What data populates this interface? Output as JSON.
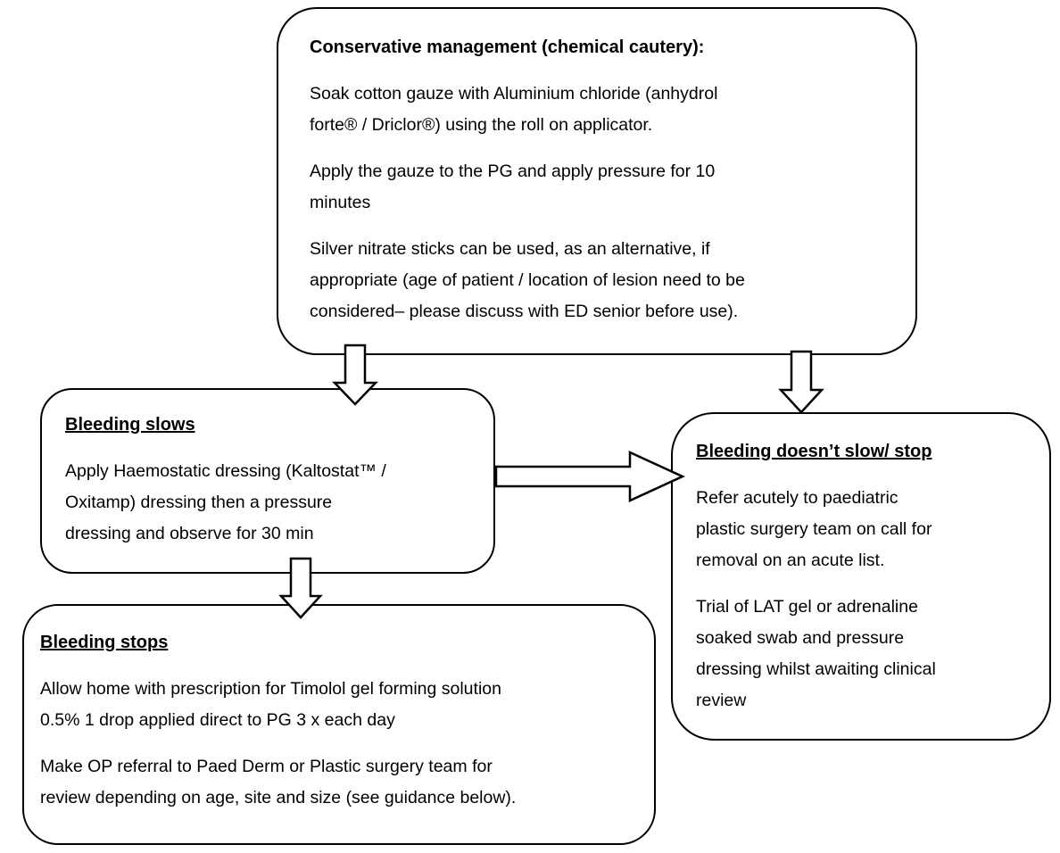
{
  "page": {
    "background_color": "#ffffff",
    "line_color": "#000000",
    "description": "Pyogenic granuloma bleeding management flowchart"
  },
  "nodes": {
    "conservative": {
      "title": "Conservative management (chemical cautery):",
      "paragraphs": [
        "Soak cotton gauze with Aluminium chloride (anhydrol\nforte® / Driclor®) using the roll on applicator.",
        "Apply the gauze to the PG and apply pressure for 10\nminutes",
        "Silver nitrate sticks can be used, as an alternative, if\nappropriate (age of patient / location of lesion need to be\nconsidered– please discuss with ED senior before use)."
      ]
    },
    "bleeding_slows": {
      "heading": "Bleeding slows",
      "paragraphs": [
        "Apply Haemostatic dressing (Kaltostat™ /\nOxitamp) dressing then a pressure\ndressing and observe for 30 min"
      ]
    },
    "bleeding_doesnt_slow": {
      "heading": "Bleeding doesn’t slow/ stop",
      "paragraphs": [
        "Refer acutely to paediatric\nplastic surgery team on call for\nremoval on an acute list.",
        "Trial of LAT gel or adrenaline\nsoaked swab and pressure\ndressing whilst awaiting clinical\nreview"
      ]
    },
    "bleeding_stops": {
      "heading": "Bleeding stops",
      "paragraphs": [
        "Allow home with prescription for Timolol gel forming solution\n0.5% 1 drop applied direct to PG 3 x each day",
        "Make OP referral to Paed Derm or Plastic surgery team for\nreview depending on age, site and size (see guidance below)."
      ]
    }
  },
  "connectors": [
    {
      "from": "conservative",
      "to": "bleeding_slows",
      "direction": "down"
    },
    {
      "from": "conservative",
      "to": "bleeding_doesnt_slow",
      "direction": "down"
    },
    {
      "from": "bleeding_slows",
      "to": "bleeding_doesnt_slow",
      "direction": "right"
    },
    {
      "from": "bleeding_slows",
      "to": "bleeding_stops",
      "direction": "down"
    }
  ]
}
